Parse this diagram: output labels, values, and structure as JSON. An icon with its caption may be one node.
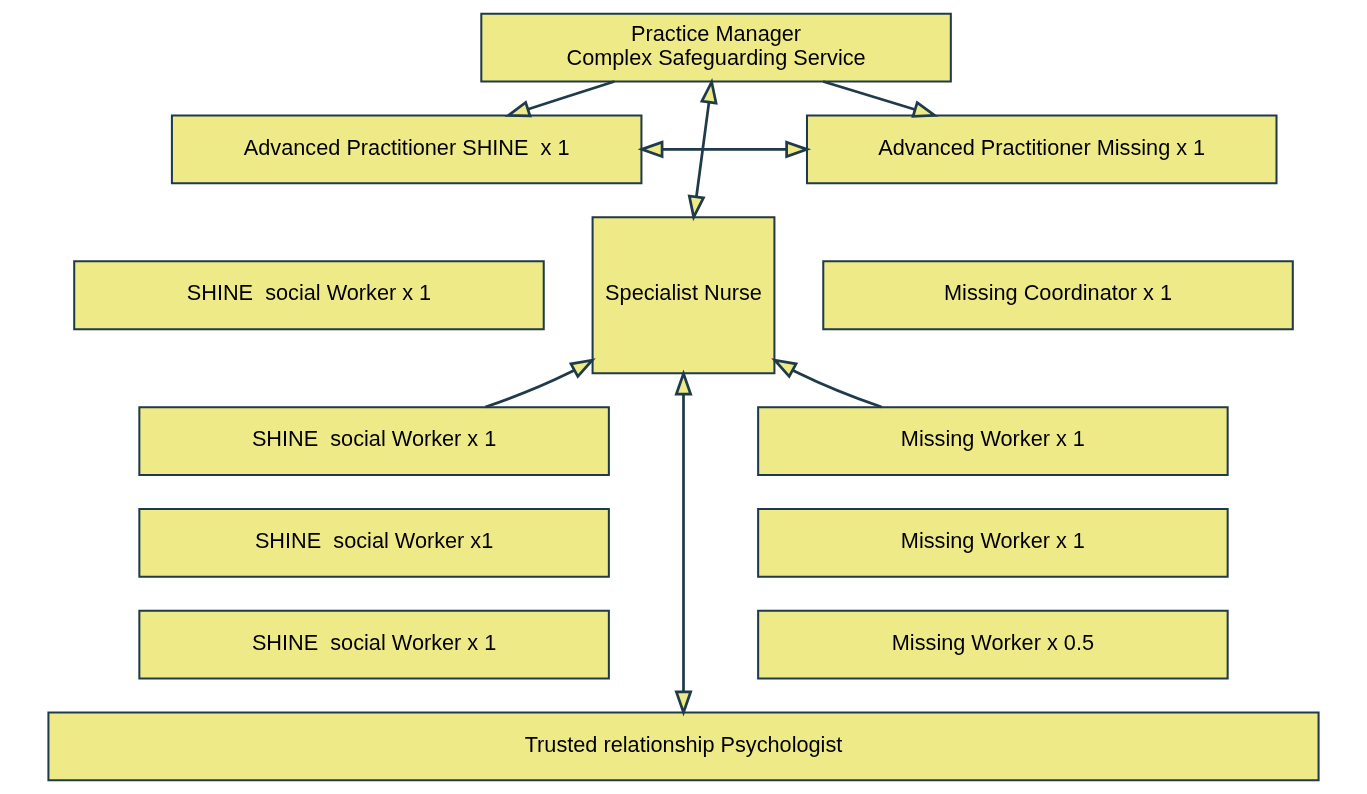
{
  "diagram": {
    "nodes": [
      {
        "text": [
          "Practice Manager",
          "Complex Safeguarding Service"
        ]
      },
      {
        "text": [
          "Advanced Practitioner SHINE  x 1"
        ]
      },
      {
        "text": [
          "SHINE  social Worker x 1"
        ]
      },
      {
        "text": [
          "SHINE  social Worker x 1"
        ]
      },
      {
        "text": [
          "SHINE  social Worker x1"
        ]
      },
      {
        "text": [
          "SHINE  social Worker x 1"
        ]
      },
      {
        "text": [
          "Specialist Nurse"
        ]
      },
      {
        "text": [
          "Advanced Practitioner Missing x 1"
        ]
      },
      {
        "text": [
          "Missing Coordinator x 1"
        ]
      },
      {
        "text": [
          "Missing Worker x 1"
        ]
      },
      {
        "text": [
          "Missing Worker x 1"
        ]
      },
      {
        "text": [
          "Missing Worker x 0.5"
        ]
      },
      {
        "text": [
          "Trusted relationship Psychologist"
        ]
      }
    ],
    "edges": [
      {
        "from": 0,
        "to": 1,
        "arrow": "to"
      },
      {
        "from": 0,
        "to": 7,
        "arrow": "to"
      },
      {
        "from": 0,
        "to": 6,
        "arrow": "both"
      },
      {
        "from": 1,
        "to": 7,
        "arrow": "both"
      },
      {
        "from": 3,
        "to": 6,
        "arrow": "to"
      },
      {
        "from": 9,
        "to": 6,
        "arrow": "to"
      },
      {
        "from": 6,
        "to": 12,
        "arrow": "both"
      }
    ]
  }
}
